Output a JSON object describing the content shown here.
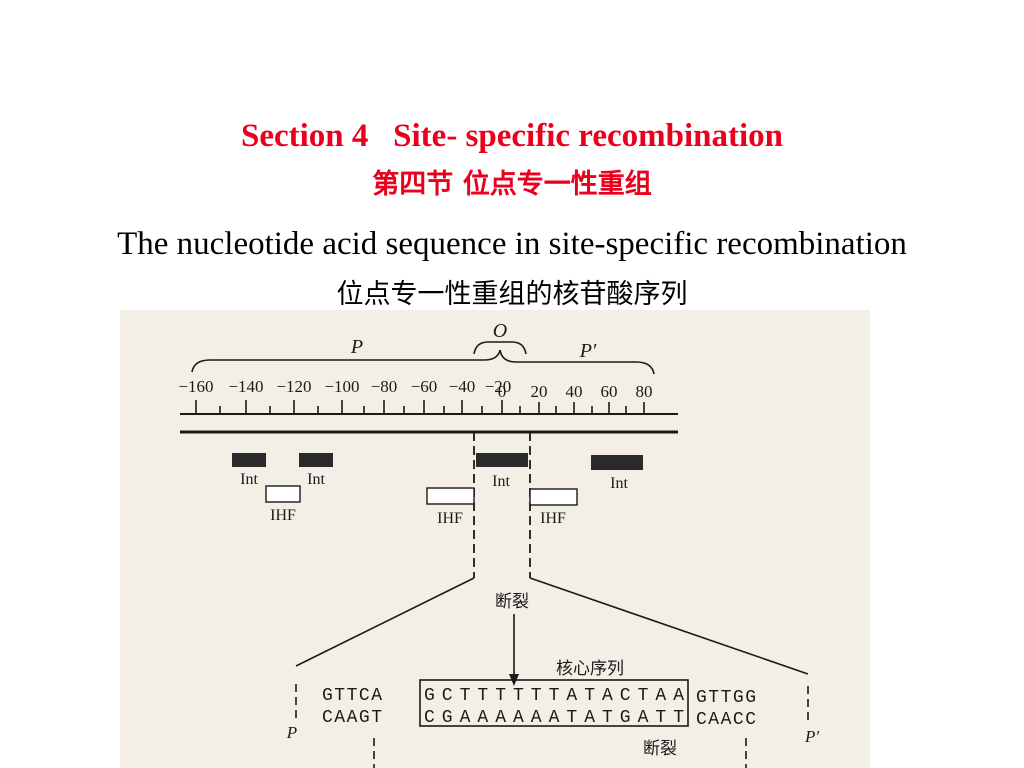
{
  "header": {
    "title_en": "Section 4   Site- specific recombination",
    "title_cn": "第四节  位点专一性重组",
    "subtitle_en": "The nucleotide acid sequence in site-specific recombination",
    "subtitle_cn": "位点专一性重组的核苷酸序列"
  },
  "figure": {
    "region_O": "O",
    "region_P": "P",
    "region_P_prime": "P′",
    "ticks": [
      "−160",
      "−140",
      "−120",
      "−100",
      "−80",
      "−60",
      "−40",
      "−20",
      "0",
      "20",
      "40",
      "60",
      "80"
    ],
    "int_labels": [
      "Int",
      "Int",
      "Int",
      "Int"
    ],
    "ihf_labels": [
      "IHF",
      "IHF",
      "IHF"
    ],
    "break_label_top": "断裂",
    "core_label": "核心序列",
    "left_top": "GTTCA",
    "left_bottom": "CAAGT",
    "core_top": "GCTTTTTTATACTAA",
    "core_bottom": "CGAAAAAATATGATT",
    "right_top": "GTTGG",
    "right_bottom": "CAACC",
    "arm_left": "P",
    "arm_right": "P′",
    "break_label_bottom": "断裂",
    "colors": {
      "title": "#e8001c",
      "ink": "#1a1a1a",
      "photo_bg": "#f4efe6"
    }
  }
}
